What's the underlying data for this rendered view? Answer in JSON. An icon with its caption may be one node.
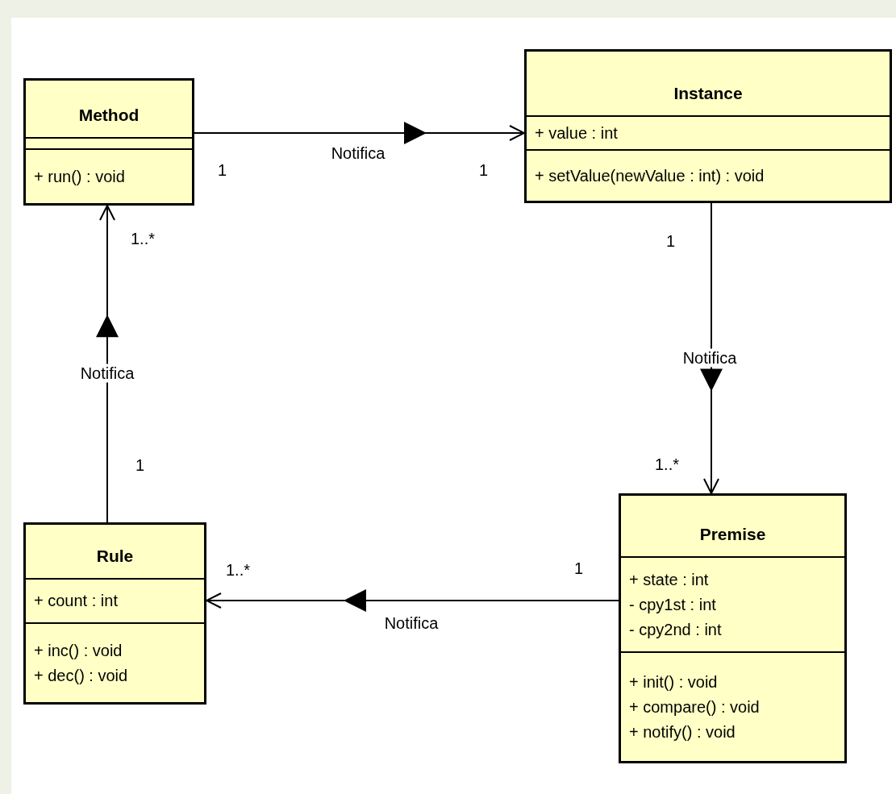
{
  "diagram": {
    "nodes": [
      {
        "text": [
          "Method",
          "+ run() : void"
        ]
      },
      {
        "text": [
          "Instance",
          "+ value : int",
          "+ setValue(newValue : int) : void"
        ]
      },
      {
        "text": [
          "Rule",
          "+ count : int",
          "+ inc() : void",
          "+ dec() : void"
        ]
      },
      {
        "text": [
          "Premise",
          "+ state : int",
          "- cpy1st : int",
          "- cpy2nd : int",
          "+ init() : void",
          "+ compare() : void",
          "+ notify() : void"
        ]
      }
    ],
    "edges": [
      {
        "from": 0,
        "to": 1,
        "arrow": "to",
        "label": "Notifica"
      },
      {
        "from": 1,
        "to": 3,
        "arrow": "to",
        "label": "Notifica"
      },
      {
        "from": 3,
        "to": 2,
        "arrow": "to",
        "label": "Notifica"
      },
      {
        "from": 2,
        "to": 0,
        "arrow": "to",
        "label": "Notifica"
      }
    ],
    "labels": [
      "1",
      "1",
      "1..*",
      "1",
      "1..*",
      "1",
      "1",
      "1..*"
    ]
  }
}
